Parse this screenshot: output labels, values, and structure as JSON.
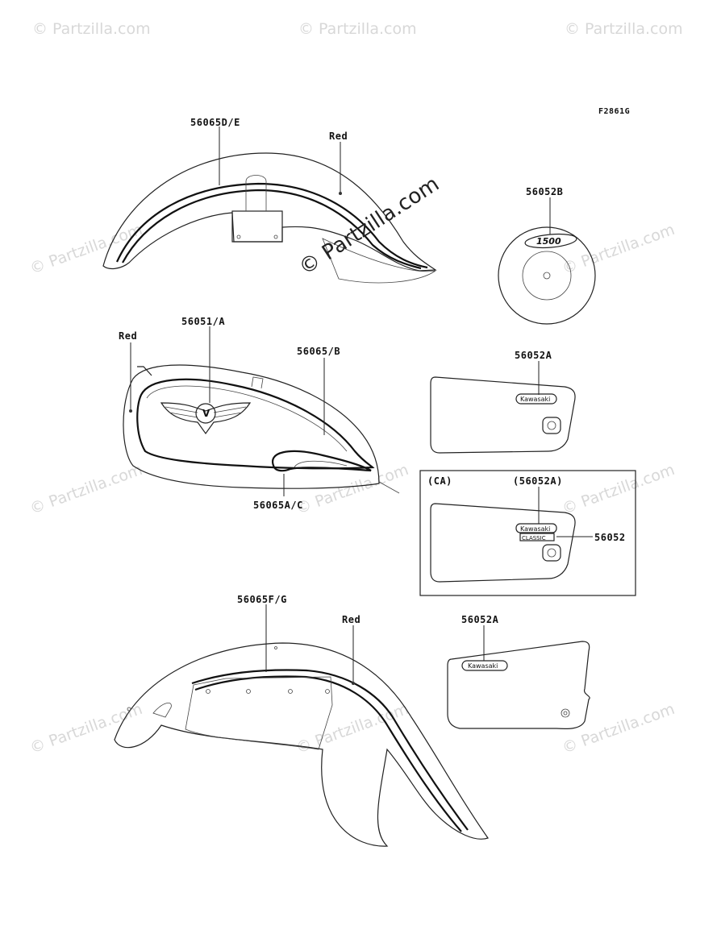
{
  "figure_code": "F2861G",
  "watermarks": {
    "small": "© Partzilla.com",
    "center": "© Partzilla.com"
  },
  "labels": {
    "front_fender_stripe": "56065D/E",
    "front_fender_red": "Red",
    "cover_emblem": "56052B",
    "tank_red": "Red",
    "tank_emblem": "56051/A",
    "tank_stripe_upper": "56065/B",
    "tank_stripe_lower": "56065A/C",
    "side_cover_emblem": "56052A",
    "ca_title": "(CA)",
    "ca_emblem": "(56052A)",
    "ca_sticker": "56052",
    "rear_fender_stripe": "56065F/G",
    "rear_fender_red": "Red",
    "rear_side_cover_emblem": "56052A"
  },
  "badges": {
    "kawasaki": "Kawasaki",
    "number_1500": "1500",
    "v_logo": "V",
    "ca_small_plate": "CLASSIC"
  }
}
